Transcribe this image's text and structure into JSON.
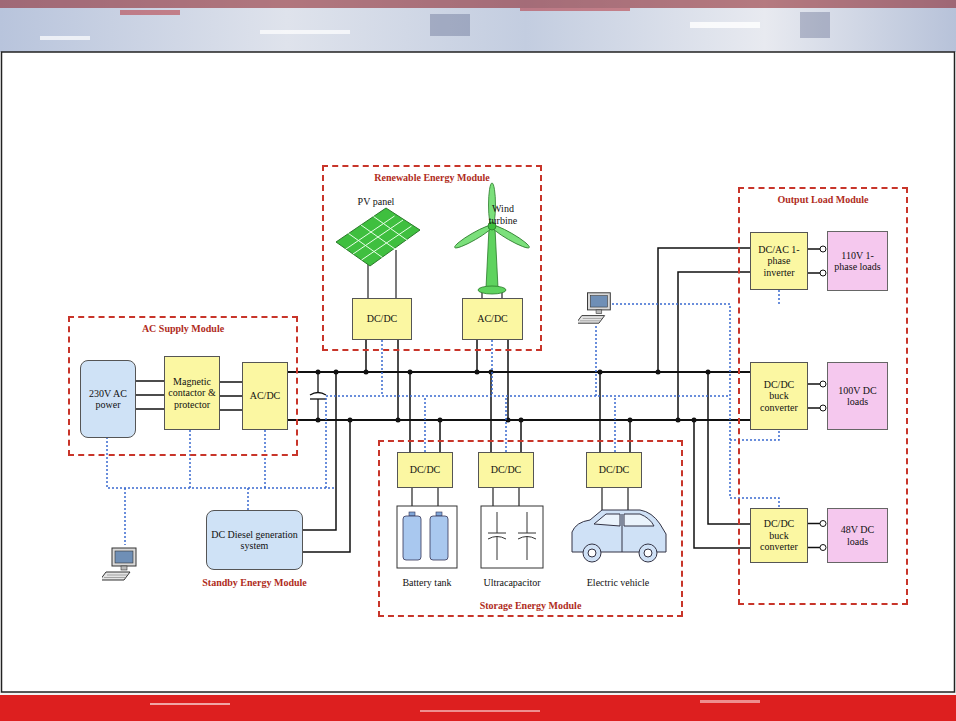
{
  "diagram": {
    "nodes": [
      {
        "text": [
          "AC Supply Module"
        ]
      },
      {
        "text": [
          "230V AC power"
        ],
        "in": 0
      },
      {
        "text": [
          "Magnetic contactor & protector"
        ],
        "in": 0
      },
      {
        "text": [
          "AC/DC"
        ],
        "in": 0
      },
      {
        "text": [
          "Renewable Energy Module"
        ]
      },
      {
        "text": [
          "DC/DC"
        ],
        "in": 4
      },
      {
        "text": [
          "AC/DC"
        ],
        "in": 4
      },
      {
        "text": [
          "Output Load Module"
        ]
      },
      {
        "text": [
          "DC/AC 1-phase inverter"
        ],
        "in": 7
      },
      {
        "text": [
          "110V 1-phase loads"
        ],
        "in": 7
      },
      {
        "text": [
          "DC/DC buck converter"
        ],
        "in": 7
      },
      {
        "text": [
          "100V DC loads"
        ],
        "in": 7
      },
      {
        "text": [
          "DC/DC buck converter"
        ],
        "in": 7
      },
      {
        "text": [
          "48V DC loads"
        ],
        "in": 7
      },
      {
        "text": [
          "DC Diesel generation system",
          "Standby Energy Module"
        ]
      },
      {
        "text": [
          "Storage Energy Module"
        ]
      },
      {
        "text": [
          "DC/DC"
        ],
        "in": 15
      },
      {
        "text": [
          "DC/DC"
        ],
        "in": 15
      },
      {
        "text": [
          "DC/DC"
        ],
        "in": 15
      }
    ],
    "edges": [
      {
        "from": 1,
        "to": 2,
        "arrow": "none"
      },
      {
        "from": 2,
        "to": 3,
        "arrow": "none"
      },
      {
        "from": 8,
        "to": 9,
        "arrow": "none"
      },
      {
        "from": 10,
        "to": 11,
        "arrow": "none"
      },
      {
        "from": 12,
        "to": 13,
        "arrow": "none"
      }
    ],
    "labels": [
      "PV panel",
      "Wind turbine",
      "Battery tank",
      "Ultracapacitor",
      "Electric vehicle"
    ]
  }
}
